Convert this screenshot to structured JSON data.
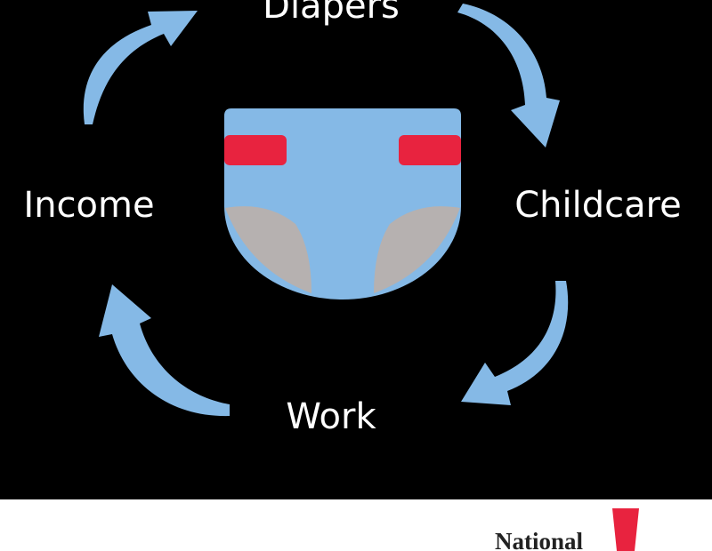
{
  "diagram": {
    "nodes": {
      "top": "Diapers",
      "right": "Childcare",
      "bottom": "Work",
      "left": "Income"
    },
    "colors": {
      "background": "#000000",
      "arrow": "#85b9e6",
      "diaper_body": "#85b9e6",
      "diaper_tabs": "#e8233f",
      "diaper_gussets": "#b6b1b0",
      "label_text": "#ffffff"
    },
    "center_icon": "diaper-icon"
  },
  "footer": {
    "brand_text": "National",
    "brand_mark_icon": "exclamation-mark-icon",
    "brand_mark_color": "#e8233f"
  }
}
